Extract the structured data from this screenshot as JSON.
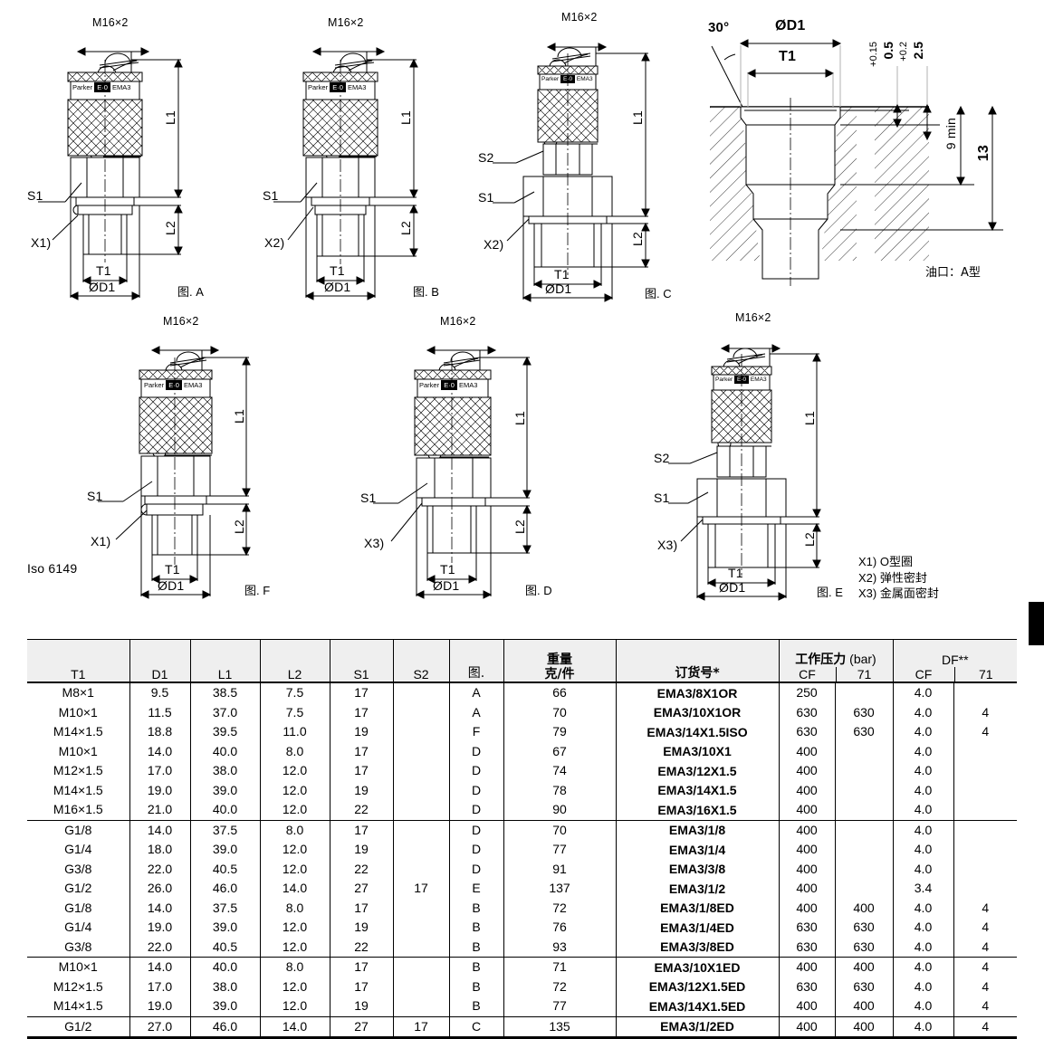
{
  "figures": [
    {
      "id": "A",
      "caption_prefix": "图",
      "caption": ". A",
      "thread": "M16×2",
      "body_label": "Parker",
      "body_mark": "E·0",
      "body_model": "EMA3",
      "dims": [
        "L1",
        "L2",
        "T1",
        "ØD1"
      ],
      "callouts": [
        "S1",
        "X1)"
      ],
      "note": ""
    },
    {
      "id": "B",
      "caption_prefix": "图",
      "caption": ". B",
      "thread": "M16×2",
      "body_label": "Parker",
      "body_mark": "E·0",
      "body_model": "EMA3",
      "dims": [
        "L1",
        "L2",
        "T1",
        "ØD1"
      ],
      "callouts": [
        "S1",
        "X2)"
      ],
      "note": ""
    },
    {
      "id": "C",
      "caption_prefix": "图",
      "caption": ". C",
      "thread": "M16×2",
      "body_label": "Parker",
      "body_mark": "E·0",
      "body_model": "EMA3",
      "dims": [
        "L1",
        "L2",
        "T1",
        "ØD1"
      ],
      "callouts": [
        "S2",
        "S1",
        "X2)"
      ],
      "note": ""
    },
    {
      "id": "F",
      "caption_prefix": "图",
      "caption": ". F",
      "thread": "M16×2",
      "body_label": "Parker",
      "body_mark": "E·0",
      "body_model": "EMA3",
      "dims": [
        "L1",
        "L2",
        "T1",
        "ØD1"
      ],
      "callouts": [
        "S1",
        "X1)"
      ],
      "note": "Iso 6149"
    },
    {
      "id": "D",
      "caption_prefix": "图",
      "caption": ". D",
      "thread": "M16×2",
      "body_label": "Parker",
      "body_mark": "E·0",
      "body_model": "EMA3",
      "dims": [
        "L1",
        "L2",
        "T1",
        "ØD1"
      ],
      "callouts": [
        "S1",
        "X3)"
      ],
      "note": ""
    },
    {
      "id": "E",
      "caption_prefix": "图",
      "caption": ". E",
      "thread": "M16×2",
      "body_label": "Parker",
      "body_mark": "E·0",
      "body_model": "EMA3",
      "dims": [
        "L1",
        "L2",
        "T1",
        "ØD1"
      ],
      "callouts": [
        "S2",
        "S1",
        "X3)"
      ],
      "note": ""
    }
  ],
  "port_detail": {
    "angle": "30°",
    "diameter": "ØD1",
    "thread": "T1",
    "tol_05": "0.5",
    "tol_05_sup": "+0.15",
    "tol_25": "2.5",
    "tol_25_sup": "+0.2",
    "depth_min": "9 min",
    "depth_total": "13",
    "caption": "油口：A型"
  },
  "legend": {
    "items": [
      "X1) O型圈",
      "X2) 弹性密封",
      "X3) 金属面密封"
    ]
  },
  "table": {
    "header": {
      "t1": "T1",
      "d1": "D1",
      "l1": "L1",
      "l2": "L2",
      "s1": "S1",
      "s2": "S2",
      "fig": "图.",
      "weight_line1": "重量",
      "weight_line2": "克/件",
      "order_no": "订货号*",
      "pressure_title": "工作压力",
      "pressure_unit": "(bar)",
      "pressure_cf": "CF",
      "pressure_71": "71",
      "df_title": "DF**",
      "df_cf": "CF",
      "df_71": "71"
    },
    "groups": [
      {
        "rows": [
          {
            "t1": "M8×1",
            "d1": "9.5",
            "l1": "38.5",
            "l2": "7.5",
            "s1": "17",
            "s2": "",
            "fig": "A",
            "weight": "66",
            "order": "EMA3/8X1OR",
            "p_cf": "250",
            "p_71": "",
            "df_cf": "4.0",
            "df_71": ""
          },
          {
            "t1": "M10×1",
            "d1": "11.5",
            "l1": "37.0",
            "l2": "7.5",
            "s1": "17",
            "s2": "",
            "fig": "A",
            "weight": "70",
            "order": "EMA3/10X1OR",
            "p_cf": "630",
            "p_71": "630",
            "df_cf": "4.0",
            "df_71": "4"
          },
          {
            "t1": "M14×1.5",
            "d1": "18.8",
            "l1": "39.5",
            "l2": "11.0",
            "s1": "19",
            "s2": "",
            "fig": "F",
            "weight": "79",
            "order": "EMA3/14X1.5ISO",
            "p_cf": "630",
            "p_71": "630",
            "df_cf": "4.0",
            "df_71": "4"
          },
          {
            "t1": "M10×1",
            "d1": "14.0",
            "l1": "40.0",
            "l2": "8.0",
            "s1": "17",
            "s2": "",
            "fig": "D",
            "weight": "67",
            "order": "EMA3/10X1",
            "p_cf": "400",
            "p_71": "",
            "df_cf": "4.0",
            "df_71": ""
          },
          {
            "t1": "M12×1.5",
            "d1": "17.0",
            "l1": "38.0",
            "l2": "12.0",
            "s1": "17",
            "s2": "",
            "fig": "D",
            "weight": "74",
            "order": "EMA3/12X1.5",
            "p_cf": "400",
            "p_71": "",
            "df_cf": "4.0",
            "df_71": ""
          },
          {
            "t1": "M14×1.5",
            "d1": "19.0",
            "l1": "39.0",
            "l2": "12.0",
            "s1": "19",
            "s2": "",
            "fig": "D",
            "weight": "78",
            "order": "EMA3/14X1.5",
            "p_cf": "400",
            "p_71": "",
            "df_cf": "4.0",
            "df_71": ""
          },
          {
            "t1": "M16×1.5",
            "d1": "21.0",
            "l1": "40.0",
            "l2": "12.0",
            "s1": "22",
            "s2": "",
            "fig": "D",
            "weight": "90",
            "order": "EMA3/16X1.5",
            "p_cf": "400",
            "p_71": "",
            "df_cf": "4.0",
            "df_71": ""
          }
        ]
      },
      {
        "rows": [
          {
            "t1": "G1/8",
            "d1": "14.0",
            "l1": "37.5",
            "l2": "8.0",
            "s1": "17",
            "s2": "",
            "fig": "D",
            "weight": "70",
            "order": "EMA3/1/8",
            "p_cf": "400",
            "p_71": "",
            "df_cf": "4.0",
            "df_71": ""
          },
          {
            "t1": "G1/4",
            "d1": "18.0",
            "l1": "39.0",
            "l2": "12.0",
            "s1": "19",
            "s2": "",
            "fig": "D",
            "weight": "77",
            "order": "EMA3/1/4",
            "p_cf": "400",
            "p_71": "",
            "df_cf": "4.0",
            "df_71": ""
          },
          {
            "t1": "G3/8",
            "d1": "22.0",
            "l1": "40.5",
            "l2": "12.0",
            "s1": "22",
            "s2": "",
            "fig": "D",
            "weight": "91",
            "order": "EMA3/3/8",
            "p_cf": "400",
            "p_71": "",
            "df_cf": "4.0",
            "df_71": ""
          },
          {
            "t1": "G1/2",
            "d1": "26.0",
            "l1": "46.0",
            "l2": "14.0",
            "s1": "27",
            "s2": "17",
            "fig": "E",
            "weight": "137",
            "order": "EMA3/1/2",
            "p_cf": "400",
            "p_71": "",
            "df_cf": "3.4",
            "df_71": ""
          },
          {
            "t1": "G1/8",
            "d1": "14.0",
            "l1": "37.5",
            "l2": "8.0",
            "s1": "17",
            "s2": "",
            "fig": "B",
            "weight": "72",
            "order": "EMA3/1/8ED",
            "p_cf": "400",
            "p_71": "400",
            "df_cf": "4.0",
            "df_71": "4"
          },
          {
            "t1": "G1/4",
            "d1": "19.0",
            "l1": "39.0",
            "l2": "12.0",
            "s1": "19",
            "s2": "",
            "fig": "B",
            "weight": "76",
            "order": "EMA3/1/4ED",
            "p_cf": "630",
            "p_71": "630",
            "df_cf": "4.0",
            "df_71": "4"
          },
          {
            "t1": "G3/8",
            "d1": "22.0",
            "l1": "40.5",
            "l2": "12.0",
            "s1": "22",
            "s2": "",
            "fig": "B",
            "weight": "93",
            "order": "EMA3/3/8ED",
            "p_cf": "630",
            "p_71": "630",
            "df_cf": "4.0",
            "df_71": "4"
          }
        ]
      },
      {
        "rows": [
          {
            "t1": "M10×1",
            "d1": "14.0",
            "l1": "40.0",
            "l2": "8.0",
            "s1": "17",
            "s2": "",
            "fig": "B",
            "weight": "71",
            "order": "EMA3/10X1ED",
            "p_cf": "400",
            "p_71": "400",
            "df_cf": "4.0",
            "df_71": "4"
          },
          {
            "t1": "M12×1.5",
            "d1": "17.0",
            "l1": "38.0",
            "l2": "12.0",
            "s1": "17",
            "s2": "",
            "fig": "B",
            "weight": "72",
            "order": "EMA3/12X1.5ED",
            "p_cf": "630",
            "p_71": "630",
            "df_cf": "4.0",
            "df_71": "4"
          },
          {
            "t1": "M14×1.5",
            "d1": "19.0",
            "l1": "39.0",
            "l2": "12.0",
            "s1": "19",
            "s2": "",
            "fig": "B",
            "weight": "77",
            "order": "EMA3/14X1.5ED",
            "p_cf": "400",
            "p_71": "400",
            "df_cf": "4.0",
            "df_71": "4"
          }
        ]
      },
      {
        "rows": [
          {
            "t1": "G1/2",
            "d1": "27.0",
            "l1": "46.0",
            "l2": "14.0",
            "s1": "27",
            "s2": "17",
            "fig": "C",
            "weight": "135",
            "order": "EMA3/1/2ED",
            "p_cf": "400",
            "p_71": "400",
            "df_cf": "4.0",
            "df_71": "4"
          }
        ]
      }
    ]
  }
}
